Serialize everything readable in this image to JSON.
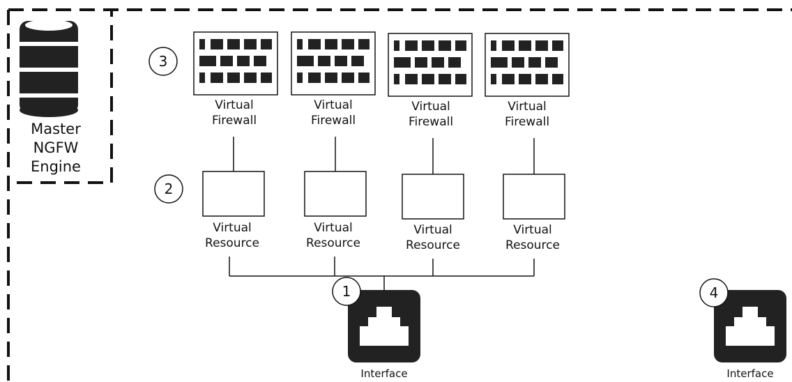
{
  "master": {
    "line1": "Master",
    "line2": "NGFW",
    "line3": "Engine",
    "icon": "database-icon"
  },
  "firewalls": [
    {
      "line1": "Virtual",
      "line2": "Firewall"
    },
    {
      "line1": "Virtual",
      "line2": "Firewall"
    },
    {
      "line1": "Virtual",
      "line2": "Firewall"
    },
    {
      "line1": "Virtual",
      "line2": "Firewall"
    }
  ],
  "resources": [
    {
      "line1": "Virtual",
      "line2": "Resource"
    },
    {
      "line1": "Virtual",
      "line2": "Resource"
    },
    {
      "line1": "Virtual",
      "line2": "Resource"
    },
    {
      "line1": "Virtual",
      "line2": "Resource"
    }
  ],
  "callouts": {
    "c1": "1",
    "c2": "2",
    "c3": "3",
    "c4": "4"
  },
  "interfaces": [
    {
      "label": "Interface",
      "icon": "ethernet-port-icon"
    },
    {
      "label": "Interface",
      "icon": "ethernet-port-icon"
    }
  ],
  "colors": {
    "stroke": "#111111",
    "port_fill": "#222222",
    "background": "#ffffff"
  }
}
